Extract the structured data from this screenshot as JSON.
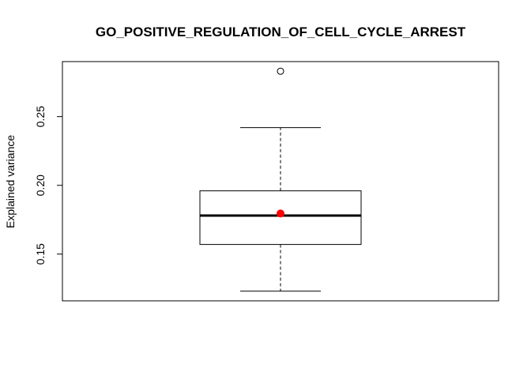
{
  "chart_data": {
    "type": "box",
    "title": "GO_POSITIVE_REGULATION_OF_CELL_CYCLE_ARREST",
    "xlabel": "",
    "ylabel": "Explained variance",
    "ylim": [
      0.116,
      0.29
    ],
    "yticks": [
      0.15,
      0.2,
      0.25
    ],
    "ytick_labels": [
      "0.15",
      "0.20",
      "0.25"
    ],
    "box": {
      "whisker_low": 0.123,
      "q1": 0.157,
      "median": 0.178,
      "q3": 0.196,
      "whisker_high": 0.242
    },
    "mean": 0.1795,
    "outliers": [
      0.283
    ],
    "grid": false,
    "colors": {
      "mean_marker": "#ff0000",
      "lines": "#000000"
    }
  }
}
